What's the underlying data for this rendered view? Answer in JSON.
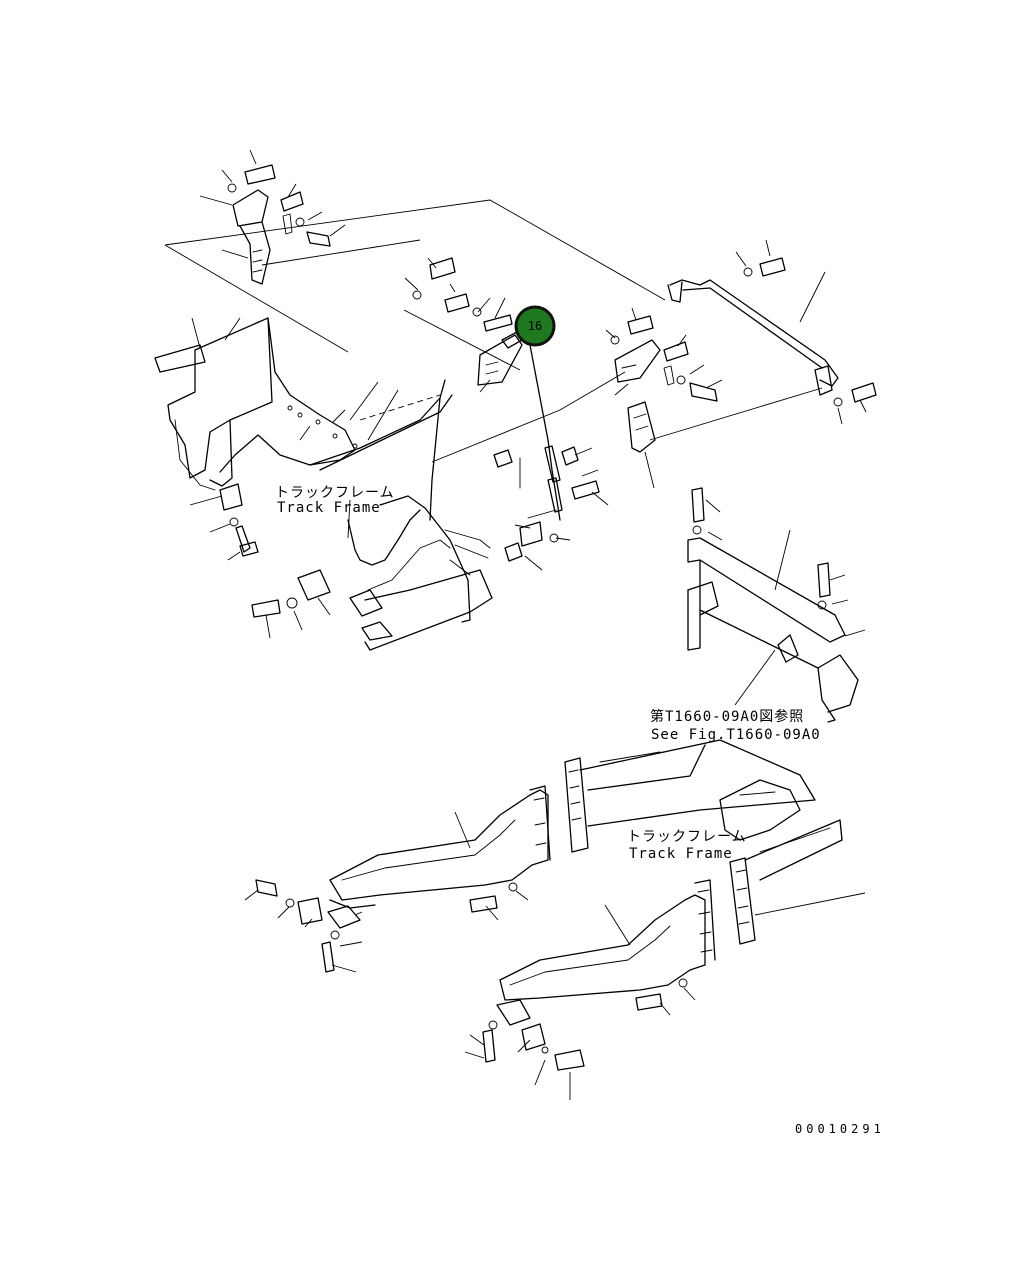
{
  "labels": {
    "track_frame_top_jp": "トラックフレーム",
    "track_frame_top_en": "Track Frame",
    "ref_jp": "第T1660-09A0図参照",
    "ref_en": "See Fig.T1660-09A0",
    "track_frame_mid_jp": "トラックフレーム",
    "track_frame_mid_en": "Track Frame"
  },
  "callout": {
    "number": "16",
    "color": "#1f7a1f",
    "border": "#111111"
  },
  "drawing_number": "00010291"
}
